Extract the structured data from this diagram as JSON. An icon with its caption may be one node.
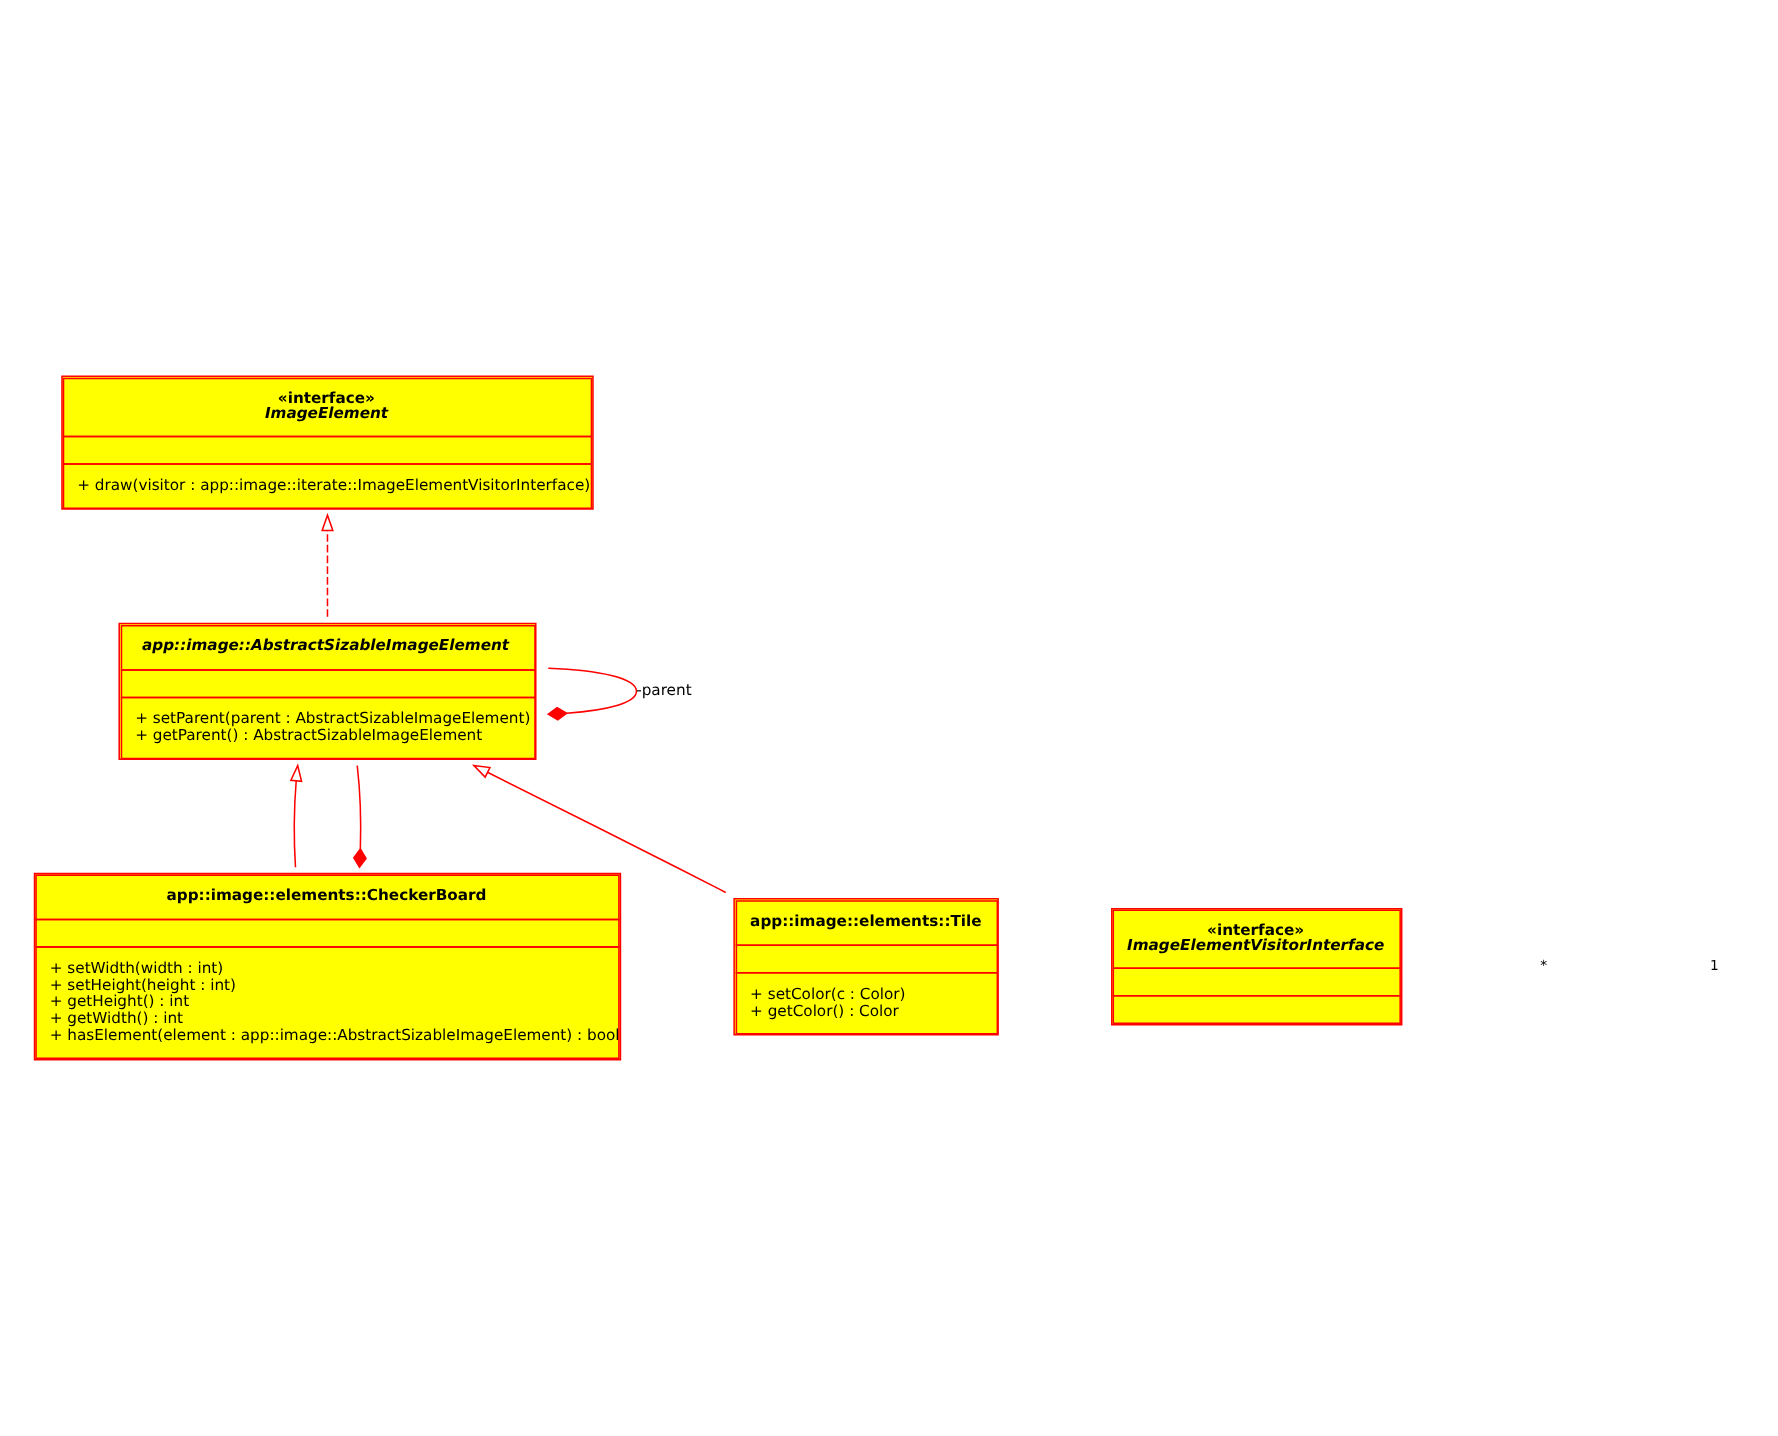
{
  "diagram": {
    "nodes": [
      {
        "text": [
          "«interface»",
          "ImageElement",
          "+ draw(visitor : app::image::iterate::ImageElementVisitorInterface)"
        ]
      },
      {
        "text": [
          "app::image::AbstractSizableImageElement",
          "+ setParent(parent : AbstractSizableImageElement)",
          "+ getParent() : AbstractSizableImageElement"
        ]
      },
      {
        "text": [
          "app::image::elements::CheckerBoard",
          "+ setWidth(width : int)",
          "+ setHeight(height : int)",
          "+ getHeight() : int",
          "+ getWidth() : int",
          "+ hasElement(element : app::image::AbstractSizableImageElement) : bool"
        ]
      },
      {
        "text": [
          "app::image::elements::Tile",
          "+ setColor(c : Color)",
          "+ getColor() : Color"
        ]
      },
      {
        "text": [
          "«interface»",
          "ImageElementVisitorInterface"
        ]
      }
    ],
    "edges": [
      {
        "from": 1,
        "to": 0,
        "arrow": "to",
        "style": "dashed"
      },
      {
        "from": 2,
        "to": 1,
        "arrow": "to"
      },
      {
        "from": 2,
        "to": 1,
        "arrow": "other"
      },
      {
        "from": 1,
        "to": 1,
        "arrow": "other",
        "label": "-parent"
      },
      {
        "from": 3,
        "to": 1,
        "arrow": "to"
      }
    ],
    "labels": [
      "*",
      "1"
    ]
  }
}
